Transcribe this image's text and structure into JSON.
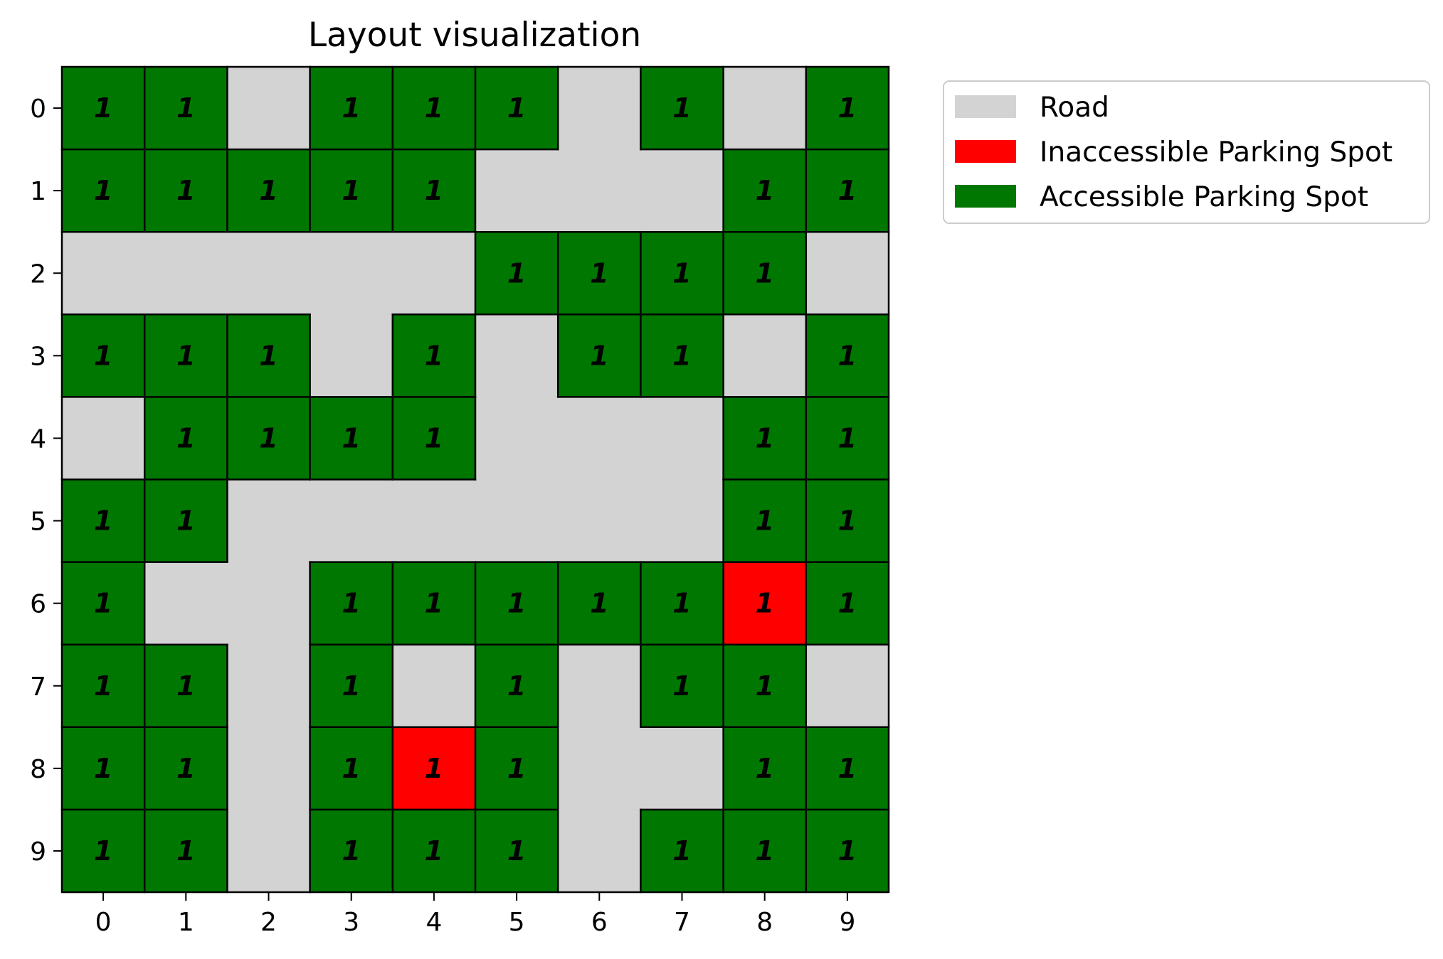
{
  "chart_data": {
    "type": "heatmap",
    "title": "Layout visualization",
    "x_ticks": [
      "0",
      "1",
      "2",
      "3",
      "4",
      "5",
      "6",
      "7",
      "8",
      "9"
    ],
    "y_ticks": [
      "0",
      "1",
      "2",
      "3",
      "4",
      "5",
      "6",
      "7",
      "8",
      "9"
    ],
    "cell_legend": {
      "R": "Road",
      "X": "Inaccessible Parking Spot",
      "G": "Accessible Parking Spot"
    },
    "grid": [
      [
        "G",
        "G",
        "R",
        "G",
        "G",
        "G",
        "R",
        "G",
        "R",
        "G"
      ],
      [
        "G",
        "G",
        "G",
        "G",
        "G",
        "R",
        "R",
        "R",
        "G",
        "G"
      ],
      [
        "R",
        "R",
        "R",
        "R",
        "R",
        "G",
        "G",
        "G",
        "G",
        "R"
      ],
      [
        "G",
        "G",
        "G",
        "R",
        "G",
        "R",
        "G",
        "G",
        "R",
        "G"
      ],
      [
        "R",
        "G",
        "G",
        "G",
        "G",
        "R",
        "R",
        "R",
        "G",
        "G"
      ],
      [
        "G",
        "G",
        "R",
        "R",
        "R",
        "R",
        "R",
        "R",
        "G",
        "G"
      ],
      [
        "G",
        "R",
        "R",
        "G",
        "G",
        "G",
        "G",
        "G",
        "X",
        "G"
      ],
      [
        "G",
        "G",
        "R",
        "G",
        "R",
        "G",
        "R",
        "G",
        "G",
        "R"
      ],
      [
        "G",
        "G",
        "R",
        "G",
        "X",
        "G",
        "R",
        "R",
        "G",
        "G"
      ],
      [
        "G",
        "G",
        "R",
        "G",
        "G",
        "G",
        "R",
        "G",
        "G",
        "G"
      ]
    ],
    "spot_label": "1",
    "colors": {
      "Road": "#d3d3d3",
      "Inaccessible Parking Spot": "#ff0000",
      "Accessible Parking Spot": "#007700"
    },
    "legend": {
      "placement": "outside-top-right",
      "entries": [
        "Road",
        "Inaccessible Parking Spot",
        "Accessible Parking Spot"
      ]
    }
  }
}
